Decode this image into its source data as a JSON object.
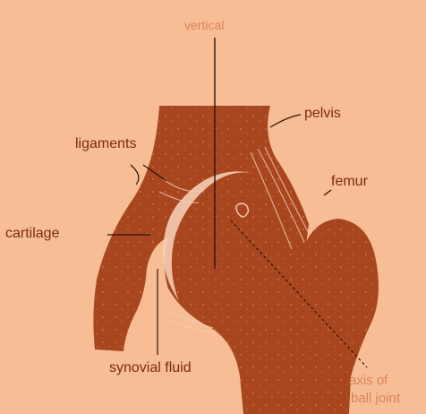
{
  "diagram": {
    "labels": {
      "vertical": "vertical",
      "pelvis": "pelvis",
      "ligaments": "ligaments",
      "femur": "femur",
      "cartilage": "cartilage",
      "synovial_fluid": "synovial fluid",
      "axis_line1": "axis of",
      "axis_line2": "ball joint"
    },
    "colors": {
      "background": "#f7be96",
      "bone": "#a8461f",
      "ink": "#7a2a10",
      "cartilage": "#f4cdb4"
    }
  }
}
